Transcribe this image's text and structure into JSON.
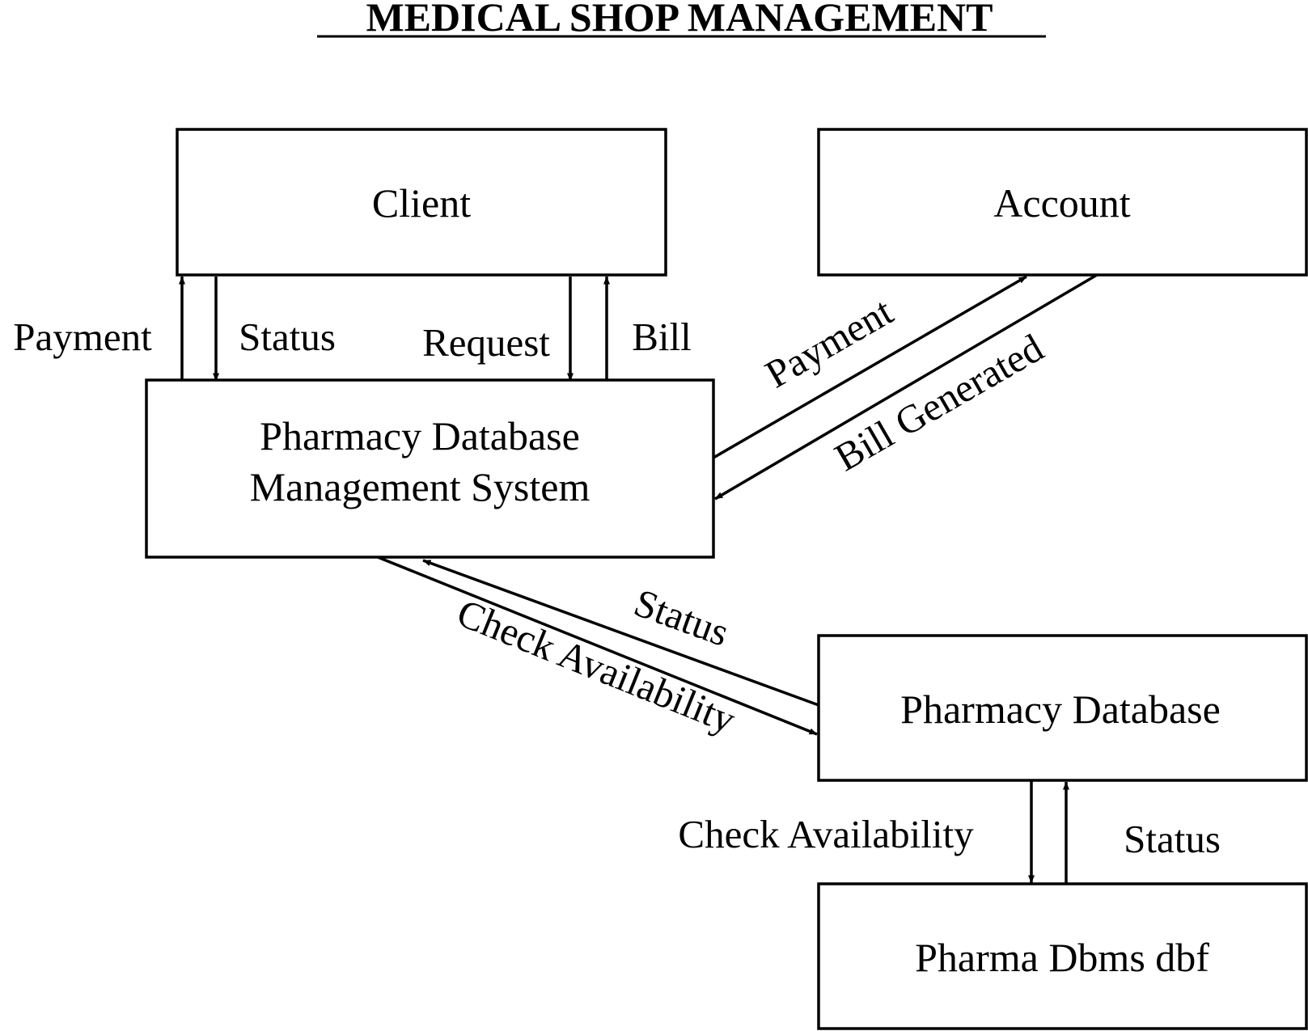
{
  "title": "MEDICAL SHOP MANAGEMENT",
  "nodes": {
    "client": "Client",
    "account": "Account",
    "pdms_line1": "Pharmacy Database",
    "pdms_line2": "Management System",
    "pharmacy_db": "Pharmacy Database",
    "pharma_dbf": "Pharma Dbms dbf"
  },
  "edges": {
    "pdms_to_client_payment": "Payment",
    "client_to_pdms_status": "Status",
    "client_to_pdms_request": "Request",
    "pdms_to_client_bill": "Bill",
    "pdms_to_account_payment": "Payment",
    "account_to_pdms_bill_generated": "Bill Generated",
    "db_to_pdms_status": "Status",
    "pdms_to_db_check": "Check Availability",
    "db_to_dbf_check": "Check Availability",
    "dbf_to_db_status": "Status"
  },
  "colors": {
    "stroke": "#000000",
    "background": "#ffffff"
  }
}
